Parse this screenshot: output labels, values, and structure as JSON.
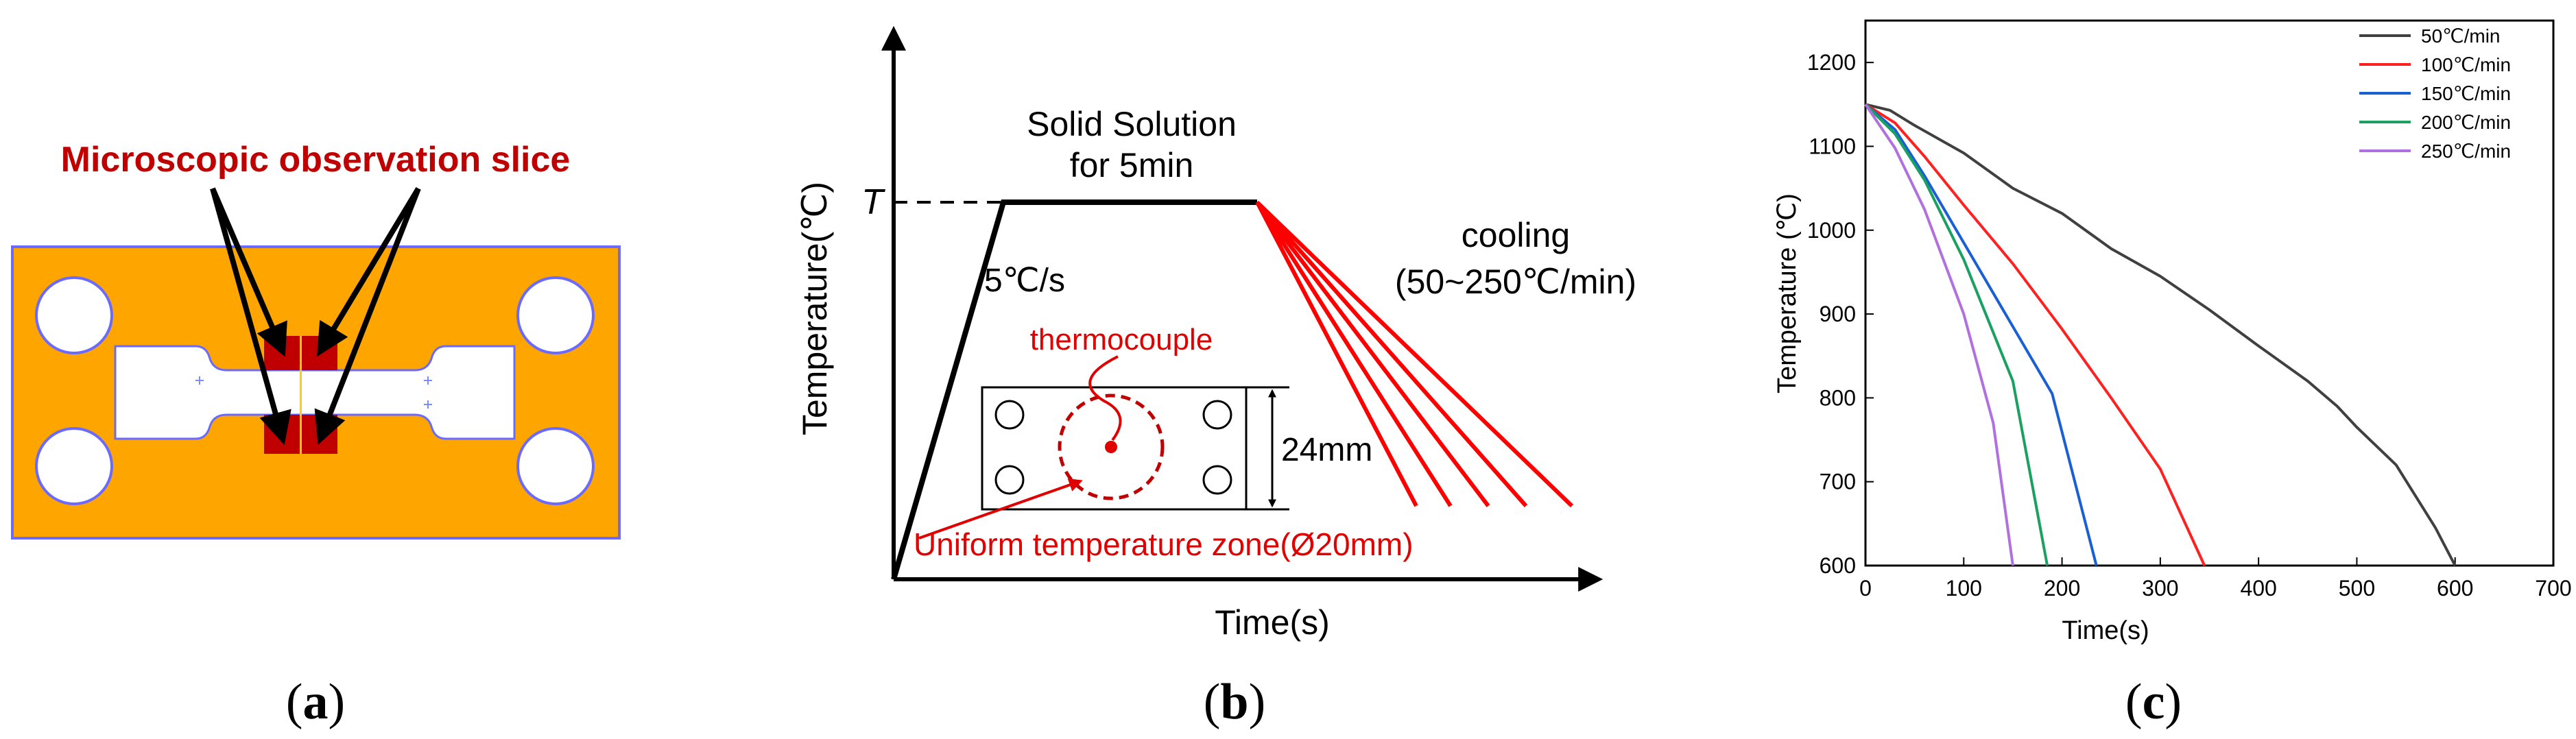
{
  "panel_a": {
    "label_open": "(",
    "label_letter": "a",
    "label_close": ")",
    "annotation": "Microscopic  observation slice",
    "colors": {
      "plate": "#FFA500",
      "plate_border": "#6a6aff",
      "slice": "#C00000",
      "text": "#C00000"
    }
  },
  "panel_b": {
    "label_open": "(",
    "label_letter": "b",
    "label_close": ")",
    "ylabel": "Temperature(℃)",
    "xlabel": "Time(s)",
    "t_marker": "T",
    "solid_solution_line1": "Solid Solution",
    "solid_solution_line2": "for 5min",
    "heating_rate": "5℃/s",
    "cooling_line1": "cooling",
    "cooling_line2": "(50~250℃/min)",
    "thermocouple": "thermocouple",
    "dimension": "24mm",
    "uniform_zone": "Uniform temperature zone(Ø20mm)",
    "colors": {
      "cooling": "#ff0000",
      "zone": "#c00000",
      "text_red": "#e00000"
    }
  },
  "panel_c": {
    "label_open": "(",
    "label_letter": "c",
    "label_close": ")"
  },
  "chart_data": {
    "type": "line",
    "xlabel": "Time(s)",
    "ylabel": "Temperature (℃)",
    "xlim": [
      0,
      700
    ],
    "ylim": [
      600,
      1250
    ],
    "xticks": [
      0,
      100,
      200,
      300,
      400,
      500,
      600,
      700
    ],
    "yticks": [
      600,
      700,
      800,
      900,
      1000,
      1100,
      1200
    ],
    "grid": false,
    "legend": "top-right",
    "series": [
      {
        "name": "50℃/min",
        "color": "#404040",
        "points": [
          [
            0,
            1150
          ],
          [
            25,
            1143
          ],
          [
            50,
            1125
          ],
          [
            100,
            1092
          ],
          [
            150,
            1050
          ],
          [
            180,
            1032
          ],
          [
            200,
            1020
          ],
          [
            250,
            978
          ],
          [
            300,
            945
          ],
          [
            350,
            905
          ],
          [
            400,
            862
          ],
          [
            450,
            820
          ],
          [
            480,
            790
          ],
          [
            500,
            765
          ],
          [
            540,
            720
          ],
          [
            580,
            645
          ],
          [
            600,
            600
          ]
        ]
      },
      {
        "name": "100℃/min",
        "color": "#ff2020",
        "points": [
          [
            0,
            1150
          ],
          [
            30,
            1128
          ],
          [
            60,
            1088
          ],
          [
            100,
            1030
          ],
          [
            150,
            960
          ],
          [
            200,
            882
          ],
          [
            250,
            800
          ],
          [
            300,
            715
          ],
          [
            345,
            600
          ]
        ]
      },
      {
        "name": "150℃/min",
        "color": "#1a5fd6",
        "points": [
          [
            0,
            1150
          ],
          [
            30,
            1120
          ],
          [
            60,
            1065
          ],
          [
            100,
            985
          ],
          [
            150,
            885
          ],
          [
            190,
            805
          ],
          [
            235,
            600
          ]
        ]
      },
      {
        "name": "200℃/min",
        "color": "#1aa060",
        "points": [
          [
            0,
            1150
          ],
          [
            30,
            1115
          ],
          [
            60,
            1060
          ],
          [
            100,
            965
          ],
          [
            150,
            820
          ],
          [
            185,
            600
          ]
        ]
      },
      {
        "name": "250℃/min",
        "color": "#b070e0",
        "points": [
          [
            0,
            1150
          ],
          [
            30,
            1098
          ],
          [
            60,
            1025
          ],
          [
            100,
            900
          ],
          [
            130,
            770
          ],
          [
            150,
            600
          ]
        ]
      }
    ]
  }
}
